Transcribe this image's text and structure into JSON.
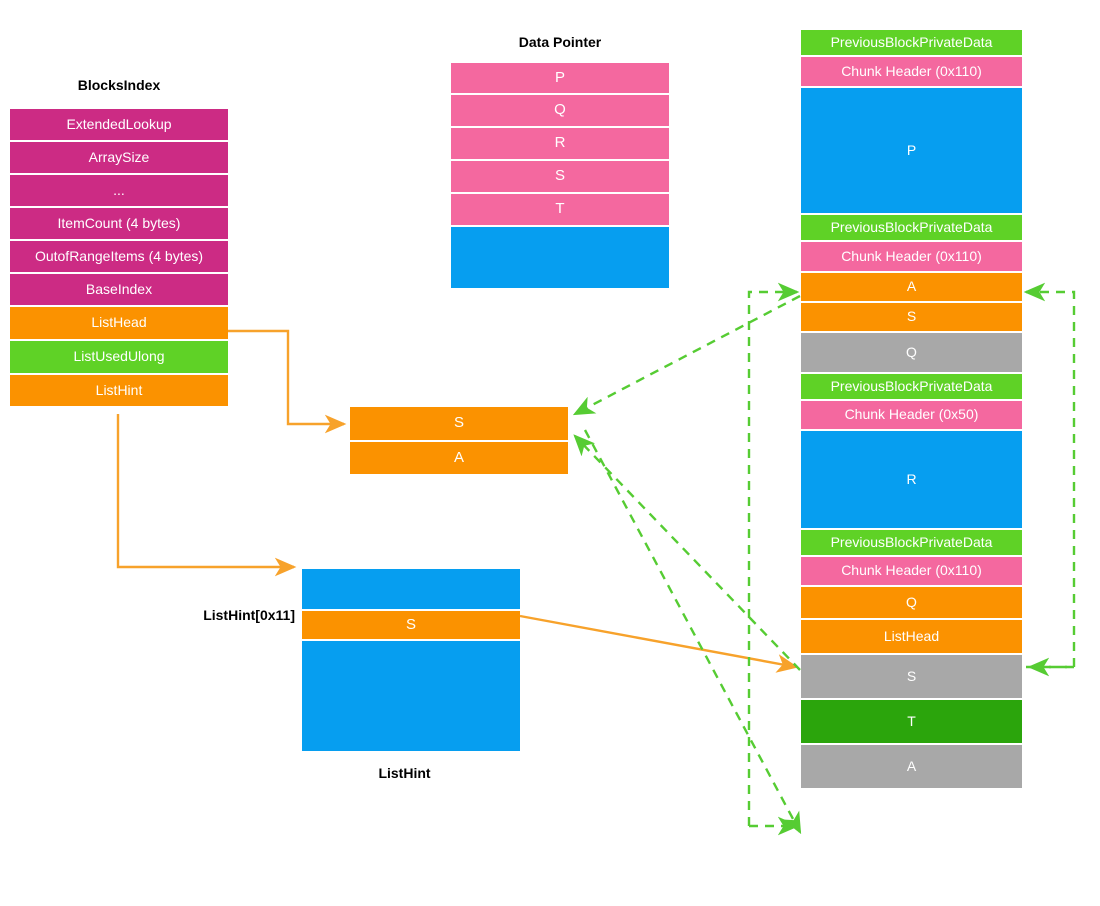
{
  "colors": {
    "magenta": "#cc2b84",
    "pink": "#f4689f",
    "orange": "#fb9200",
    "blue": "#069ef0",
    "green_light": "#5fd226",
    "green_dark": "#2ba50c",
    "grey": "#a8a8a8",
    "arrow_orange": "#f7a22b",
    "arrow_green": "#56cc33",
    "text_white": "#ffffff",
    "text_black": "#000000",
    "background": "#ffffff"
  },
  "blocks_index": {
    "title": "BlocksIndex",
    "rows": [
      {
        "label": "ExtendedLookup",
        "color": "magenta"
      },
      {
        "label": "ArraySize",
        "color": "magenta"
      },
      {
        "label": "...",
        "color": "magenta"
      },
      {
        "label": "ItemCount (4 bytes)",
        "color": "magenta"
      },
      {
        "label": "OutofRangeItems (4 bytes)",
        "color": "magenta"
      },
      {
        "label": "BaseIndex",
        "color": "magenta"
      },
      {
        "label": "ListHead",
        "color": "orange"
      },
      {
        "label": "ListUsedUlong",
        "color": "green_light"
      },
      {
        "label": "ListHint",
        "color": "orange"
      }
    ]
  },
  "data_pointer": {
    "title": "Data Pointer",
    "rows": [
      {
        "label": "P",
        "color": "pink"
      },
      {
        "label": "Q",
        "color": "pink"
      },
      {
        "label": "R",
        "color": "pink"
      },
      {
        "label": "S",
        "color": "pink"
      },
      {
        "label": "T",
        "color": "pink"
      },
      {
        "label": "",
        "color": "blue"
      }
    ]
  },
  "sa_block": {
    "rows": [
      {
        "label": "S",
        "color": "orange"
      },
      {
        "label": "A",
        "color": "orange"
      }
    ]
  },
  "list_hint_block": {
    "side_label": "ListHint[0x11]",
    "caption": "ListHint",
    "rows": [
      {
        "label": "",
        "color": "blue"
      },
      {
        "label": "S",
        "color": "orange"
      },
      {
        "label": "",
        "color": "blue"
      }
    ]
  },
  "heap": {
    "rows": [
      {
        "label": "PreviousBlockPrivateData",
        "color": "green_light"
      },
      {
        "label": "Chunk Header (0x110)",
        "color": "pink"
      },
      {
        "label": "P",
        "color": "blue"
      },
      {
        "label": "PreviousBlockPrivateData",
        "color": "green_light"
      },
      {
        "label": "Chunk Header (0x110)",
        "color": "pink"
      },
      {
        "label": "A",
        "color": "orange"
      },
      {
        "label": "S",
        "color": "orange"
      },
      {
        "label": "Q",
        "color": "grey"
      },
      {
        "label": "PreviousBlockPrivateData",
        "color": "green_light"
      },
      {
        "label": "Chunk Header (0x50)",
        "color": "pink"
      },
      {
        "label": "R",
        "color": "blue"
      },
      {
        "label": "PreviousBlockPrivateData",
        "color": "green_light"
      },
      {
        "label": "Chunk Header (0x110)",
        "color": "pink"
      },
      {
        "label": "Q",
        "color": "orange"
      },
      {
        "label": "ListHead",
        "color": "orange"
      },
      {
        "label": "S",
        "color": "grey"
      },
      {
        "label": "T",
        "color": "green_dark"
      },
      {
        "label": "A",
        "color": "grey"
      }
    ]
  }
}
